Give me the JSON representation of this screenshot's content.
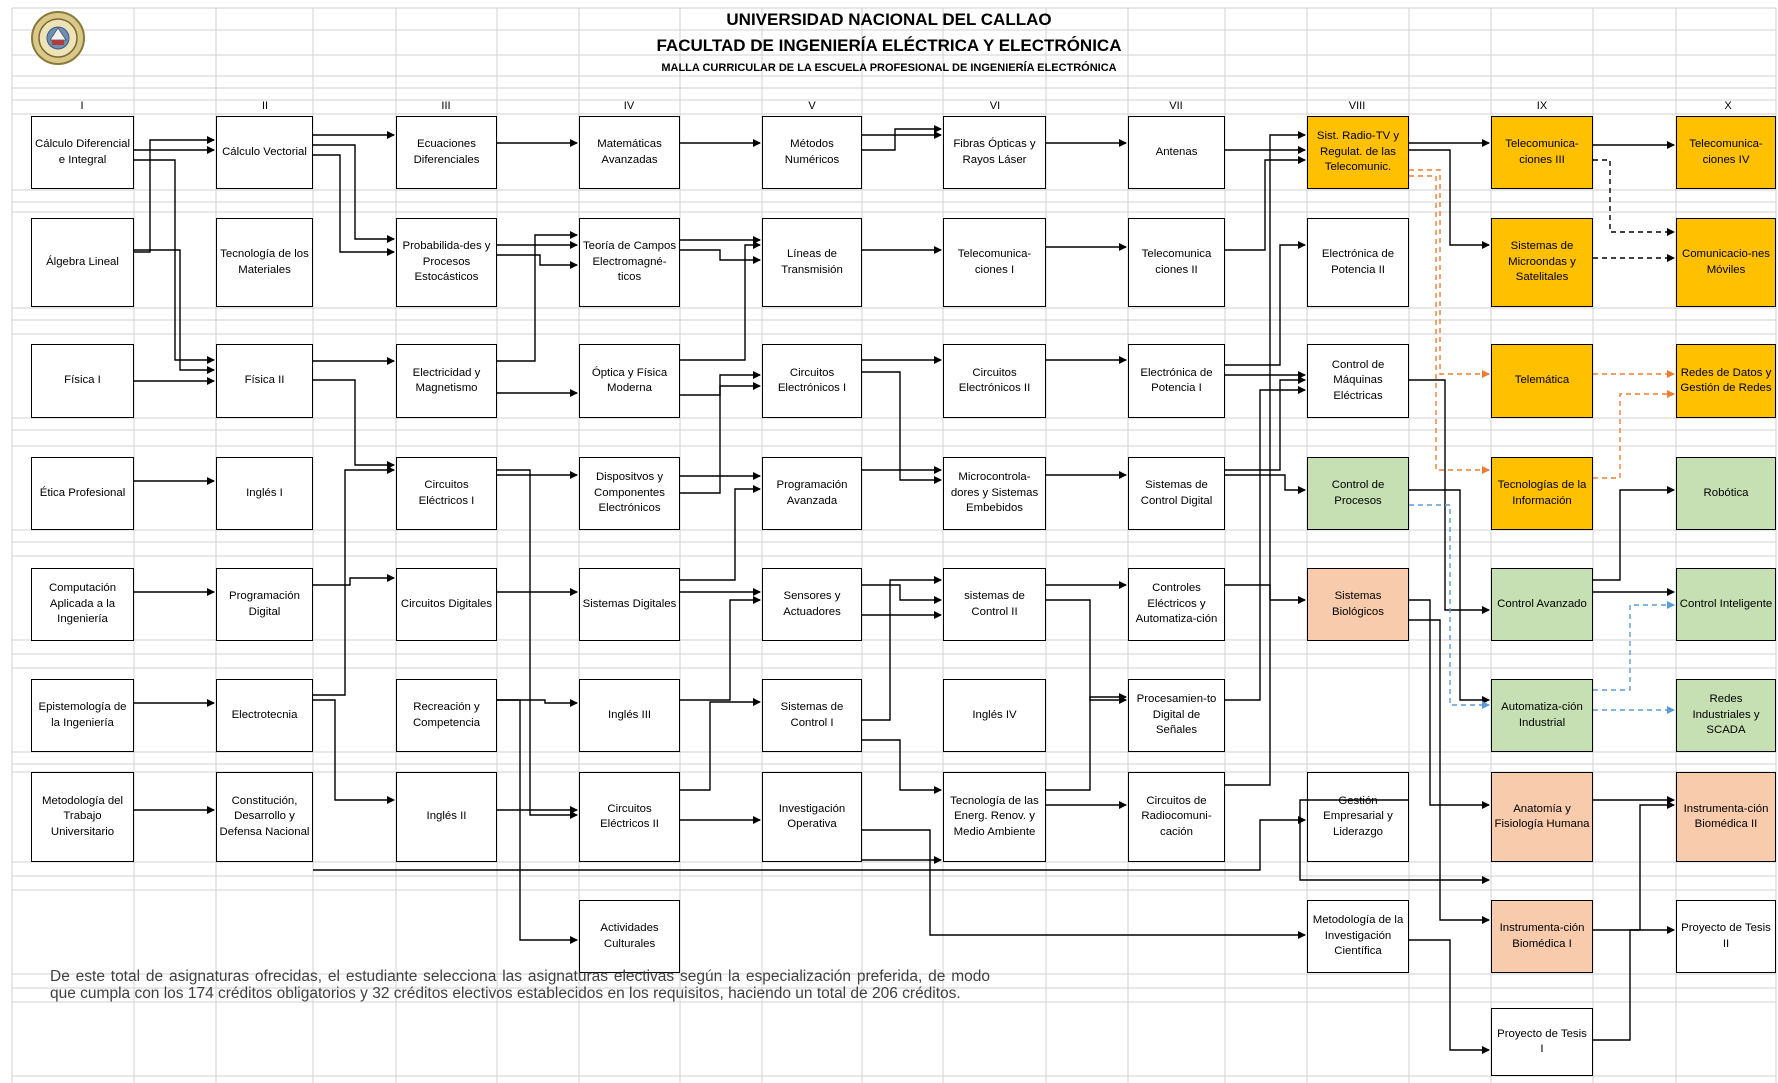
{
  "header": {
    "university": "UNIVERSIDAD NACIONAL DEL CALLAO",
    "faculty": "FACULTAD DE INGENIERÍA ELÉCTRICA Y ELECTRÓNICA",
    "curriculum": "MALLA CURRICULAR DE LA ESCUELA PROFESIONAL DE INGENIERÍA ELECTRÓNICA"
  },
  "colors": {
    "yellow": "#ffc000",
    "green": "#c6e0b4",
    "peach": "#f8cbad",
    "orange_dash": "#ed7d31",
    "blue_dash": "#5b9bd5"
  },
  "semesters": [
    "I",
    "II",
    "III",
    "IV",
    "V",
    "VI",
    "VII",
    "VIII",
    "IX",
    "X"
  ],
  "courses": {
    "c1_1": "Cálculo Diferencial e Integral",
    "c1_2": "Álgebra Lineal",
    "c1_3": "Física I",
    "c1_4": "Ética Profesional",
    "c1_5": "Computación Aplicada a la Ingeniería",
    "c1_6": "Epistemología de la Ingeniería",
    "c1_7": "Metodología del Trabajo Universitario",
    "c2_1": "Cálculo Vectorial",
    "c2_2": "Tecnología de los Materiales",
    "c2_3": "Física II",
    "c2_4": "Inglés I",
    "c2_5": "Programación Digital",
    "c2_6": "Electrotecnia",
    "c2_7": "Constitución, Desarrollo y Defensa Nacional",
    "c3_1": "Ecuaciones Diferenciales",
    "c3_2": "Probabilida-des y Procesos Estocásticos",
    "c3_3": "Electricidad y Magnetismo",
    "c3_4": "Circuitos Eléctricos I",
    "c3_5": "Circuitos Digitales",
    "c3_6": "Recreación y Competencia",
    "c3_7": "Inglés II",
    "c4_1": "Matemáticas Avanzadas",
    "c4_2": "Teoría de Campos Electromagné-ticos",
    "c4_3": "Óptica y Física Moderna",
    "c4_4": "Dispositvos y Componentes Electrónicos",
    "c4_5": "Sistemas Digitales",
    "c4_6": "Inglés III",
    "c4_7": "Circuitos Eléctricos II",
    "c4_8": "Actividades Culturales",
    "c5_1": "Métodos Numéricos",
    "c5_2": "Líneas de Transmisión",
    "c5_3": "Circuitos Electrónicos I",
    "c5_4": "Programación Avanzada",
    "c5_5": "Sensores y Actuadores",
    "c5_6": "Sistemas de Control I",
    "c5_7": "Investigación Operativa",
    "c6_1": "Fibras Ópticas y Rayos Láser",
    "c6_2": "Telecomunica-ciones I",
    "c6_3": "Circuitos Electrónicos II",
    "c6_4": "Microcontrola-dores y Sistemas Embebidos",
    "c6_5": "sistemas de Control II",
    "c6_6": "Inglés IV",
    "c6_7": "Tecnología de las Energ. Renov. y Medio Ambiente",
    "c7_1": "Antenas",
    "c7_2": "Telecomunica ciones II",
    "c7_3": "Electrónica de Potencia I",
    "c7_4": "Sistemas de Control Digital",
    "c7_5": "Controles Eléctricos y Automatiza-ción",
    "c7_6": "Procesamien-to Digital de Señales",
    "c7_7": "Circuitos de Radiocomuni-cación",
    "c8_1": "Sist. Radio-TV y Regulat. de las Telecomunic.",
    "c8_2": "Electrónica de Potencia II",
    "c8_3": "Control de Máquinas Eléctricas",
    "c8_4": "Control de Procesos",
    "c8_5": "Sistemas Biológicos",
    "c8_7": "Gestión Empresarial y Liderazgo",
    "c8_8": "Metodología de la Investigación Científica",
    "c9_1": "Telecomunica-ciones III",
    "c9_2": "Sistemas de Microondas y Satelitales",
    "c9_3": "Telemática",
    "c9_4": "Tecnologías de la Información",
    "c9_5": "Control Avanzado",
    "c9_6": "Automatiza-ción Industrial",
    "c9_7": "Anatomía y Fisiología Humana",
    "c9_8": "Instrumenta-ción Biomédica I",
    "c9_9": "Proyecto de Tesis I",
    "c10_1": "Telecomunica-ciones IV",
    "c10_2": "Comunicacio-nes Móviles",
    "c10_3": "Redes de Datos y Gestión de Redes",
    "c10_4": "Robótica",
    "c10_5": "Control Inteligente",
    "c10_6": "Redes Industriales y SCADA",
    "c10_7": "Instrumenta-ción Biomédica II",
    "c10_8": "Proyecto de Tesis II"
  },
  "note": "De este total de asignaturas ofrecidas, el estudiante selecciona las asignaturas electivas según la especialización preferida, de modo que cumpla con los 174 créditos obligatorios y 32 créditos electivos establecidos en los requisitos, haciendo un total de 206 créditos."
}
